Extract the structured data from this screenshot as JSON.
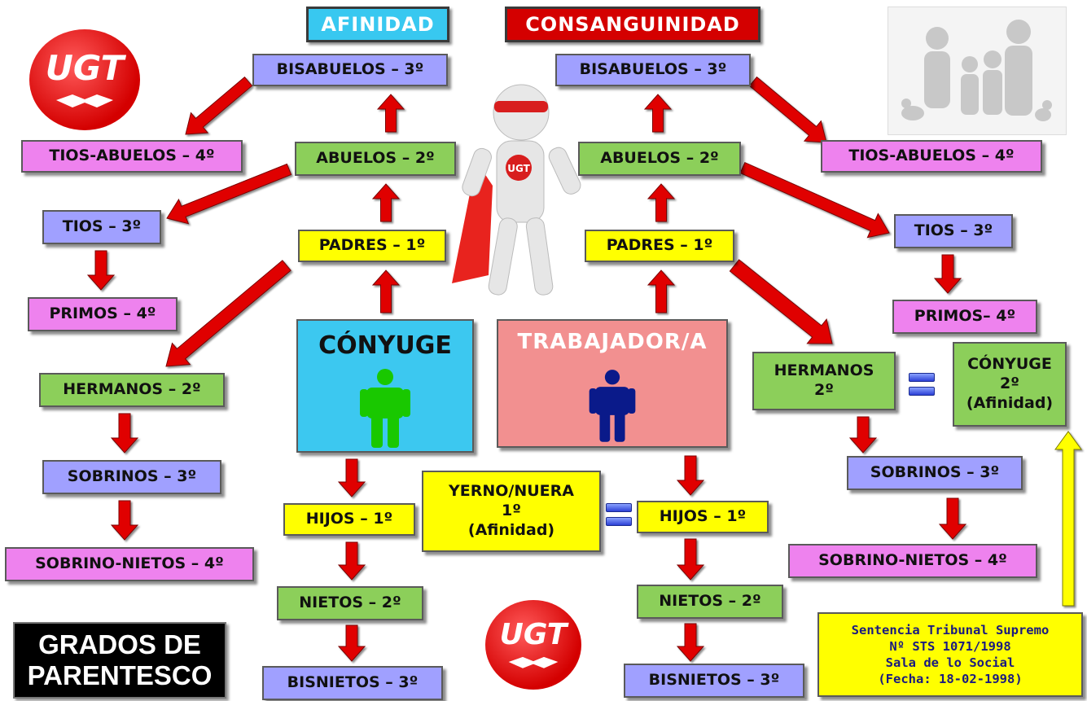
{
  "headers": {
    "afinidad": "AFINIDAD",
    "consanguinidad": "CONSANGUINIDAD"
  },
  "left": {
    "bisabuelos": "BISABUELOS – 3º",
    "tios_abuelos": "TIOS-ABUELOS – 4º",
    "abuelos": "ABUELOS – 2º",
    "tios": "TIOS – 3º",
    "padres": "PADRES – 1º",
    "primos": "PRIMOS – 4º",
    "hermanos": "HERMANOS – 2º",
    "sobrinos": "SOBRINOS – 3º",
    "sobrino_nietos": "SOBRINO-NIETOS – 4º",
    "hijos": "HIJOS – 1º",
    "nietos": "NIETOS – 2º",
    "bisnietos": "BISNIETOS – 3º"
  },
  "right": {
    "bisabuelos": "BISABUELOS – 3º",
    "tios_abuelos": "TIOS-ABUELOS – 4º",
    "abuelos": "ABUELOS – 2º",
    "tios": "TIOS – 3º",
    "padres": "PADRES – 1º",
    "primos": "PRIMOS– 4º",
    "hermanos_l1": "HERMANOS",
    "hermanos_l2": "2º",
    "conyuge_l1": "CÓNYUGE",
    "conyuge_l2": "2º",
    "conyuge_l3": "(Afinidad)",
    "sobrinos": "SOBRINOS – 3º",
    "sobrino_nietos": "SOBRINO-NIETOS – 4º",
    "hijos": "HIJOS – 1º",
    "nietos": "NIETOS – 2º",
    "bisnietos": "BISNIETOS – 3º"
  },
  "yerno": {
    "l1": "YERNO/NUERA",
    "l2": "1º",
    "l3": "(Afinidad)"
  },
  "center": {
    "conyuge": "CÓNYUGE",
    "trabajador": "TRABAJADOR/A"
  },
  "title": {
    "l1": "GRADOS DE",
    "l2": "PARENTESCO"
  },
  "sentencia": {
    "l1": "Sentencia Tribunal Supremo",
    "l2": "Nº STS 1071/1998",
    "l3": "Sala de lo Social",
    "l4": "(Fecha: 18-02-1998)"
  },
  "logo_text": "UGT",
  "hero_badge": "UGT",
  "colors": {
    "arrow_red": "#e00000",
    "conyuge_bg": "#3cc8f0",
    "trabajador_bg": "#f29090",
    "afinidad_bg": "#38c8f0",
    "consanguinidad_bg": "#d40000",
    "person_green": "#19c800",
    "person_navy": "#0a1a8a"
  }
}
